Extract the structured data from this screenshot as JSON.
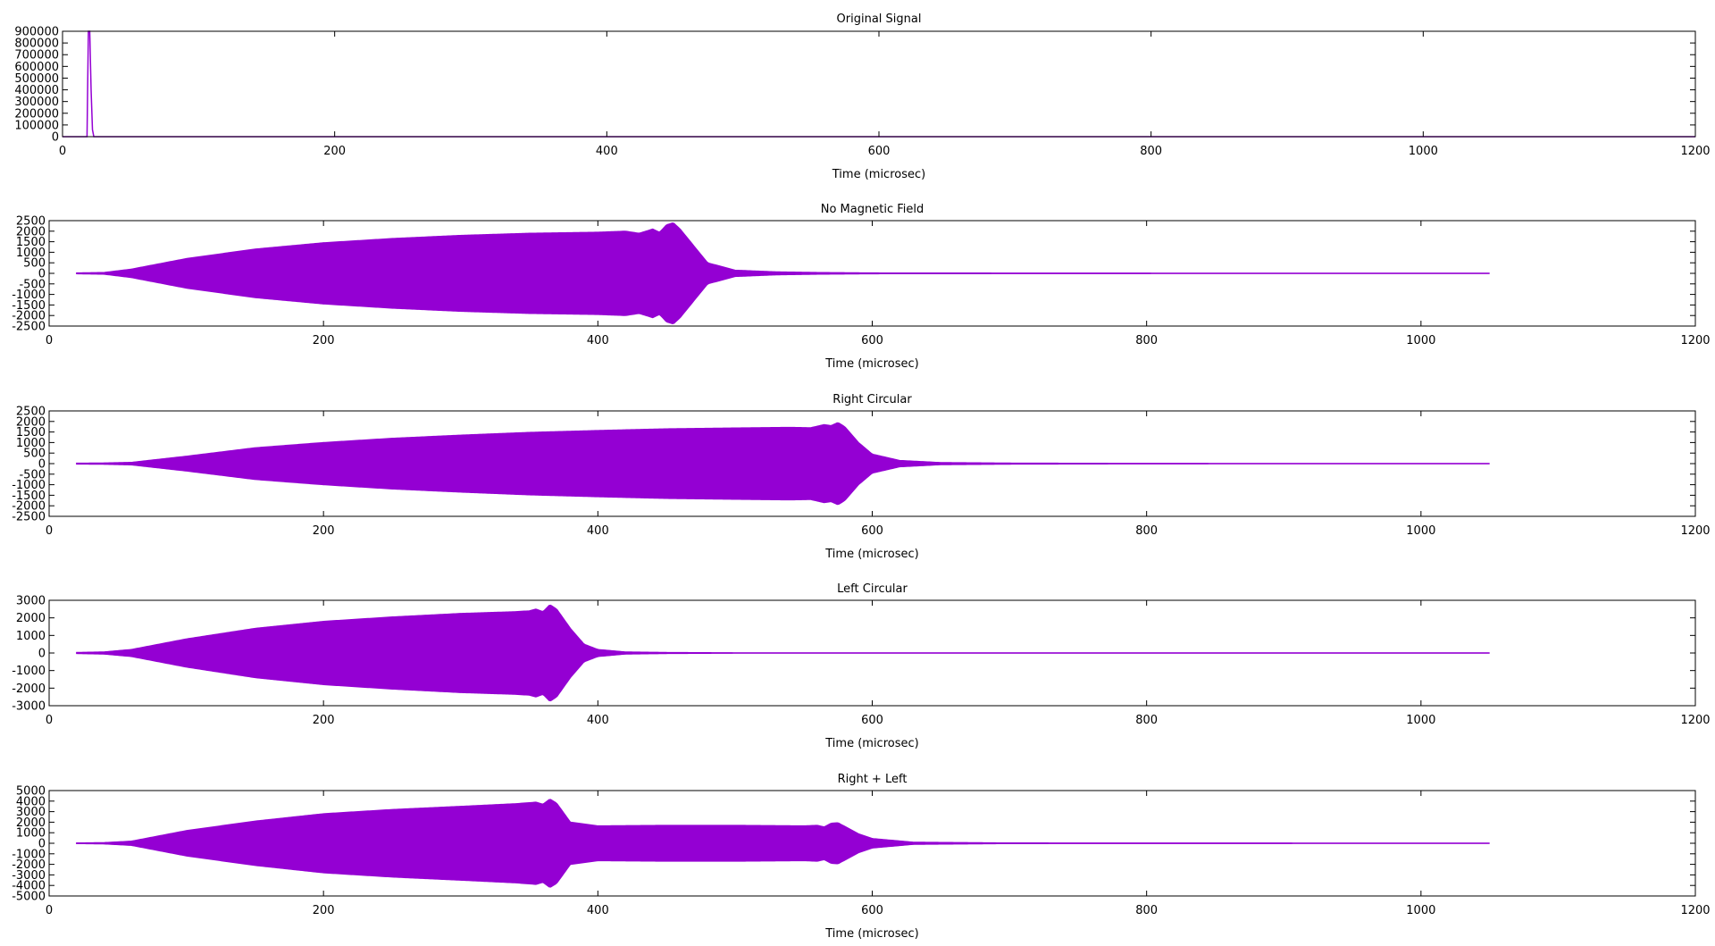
{
  "colors": {
    "trace": "#9400d3",
    "axis": "#000000",
    "background": "#ffffff"
  },
  "chart_data": [
    {
      "type": "line",
      "title": "Original Signal",
      "xlabel": "Time (microsec)",
      "ylabel": "",
      "xlim": [
        0,
        1200
      ],
      "ylim": [
        0,
        900000
      ],
      "xticks": [
        0,
        200,
        400,
        600,
        800,
        1000,
        1200
      ],
      "yticks": [
        0,
        100000,
        200000,
        300000,
        400000,
        500000,
        600000,
        700000,
        800000,
        900000
      ],
      "grid": false,
      "signal": {
        "kind": "pulse",
        "x": [
          0,
          18,
          19,
          20,
          21,
          22,
          23,
          1200
        ],
        "y": [
          0,
          0,
          900000,
          900000,
          400000,
          60000,
          0,
          0
        ]
      }
    },
    {
      "type": "area",
      "title": "No Magnetic Field",
      "xlabel": "Time (microsec)",
      "ylabel": "",
      "xlim": [
        0,
        1200
      ],
      "ylim": [
        -2500,
        2500
      ],
      "xticks": [
        0,
        200,
        400,
        600,
        800,
        1000,
        1200
      ],
      "yticks": [
        -2500,
        -2000,
        -1500,
        -1000,
        -500,
        0,
        500,
        1000,
        1500,
        2000,
        2500
      ],
      "grid": false,
      "signal": {
        "kind": "envelope",
        "x": [
          20,
          40,
          60,
          100,
          150,
          200,
          250,
          300,
          350,
          400,
          420,
          430,
          440,
          445,
          450,
          455,
          460,
          470,
          480,
          500,
          530,
          560,
          600,
          750,
          1050
        ],
        "amplitude": [
          20,
          40,
          200,
          700,
          1150,
          1450,
          1650,
          1800,
          1900,
          1950,
          2000,
          1900,
          2100,
          1950,
          2300,
          2400,
          2100,
          1300,
          500,
          150,
          70,
          40,
          20,
          10,
          5
        ]
      }
    },
    {
      "type": "area",
      "title": "Right Circular",
      "xlabel": "Time (microsec)",
      "ylabel": "",
      "xlim": [
        0,
        1200
      ],
      "ylim": [
        -2500,
        2500
      ],
      "xticks": [
        0,
        200,
        400,
        600,
        800,
        1000,
        1200
      ],
      "yticks": [
        -2500,
        -2000,
        -1500,
        -1000,
        -500,
        0,
        500,
        1000,
        1500,
        2000,
        2500
      ],
      "grid": false,
      "signal": {
        "kind": "envelope",
        "x": [
          20,
          40,
          60,
          100,
          150,
          200,
          250,
          300,
          350,
          400,
          450,
          500,
          540,
          555,
          565,
          570,
          575,
          580,
          590,
          600,
          620,
          650,
          700,
          800,
          1050
        ],
        "amplitude": [
          20,
          30,
          60,
          350,
          750,
          1000,
          1200,
          1350,
          1480,
          1570,
          1650,
          1690,
          1720,
          1700,
          1850,
          1800,
          1950,
          1750,
          1000,
          450,
          150,
          50,
          25,
          10,
          5
        ]
      }
    },
    {
      "type": "area",
      "title": "Left Circular",
      "xlabel": "Time (microsec)",
      "ylabel": "",
      "xlim": [
        0,
        1200
      ],
      "ylim": [
        -3000,
        3000
      ],
      "xticks": [
        0,
        200,
        400,
        600,
        800,
        1000,
        1200
      ],
      "yticks": [
        -3000,
        -2000,
        -1000,
        0,
        1000,
        2000,
        3000
      ],
      "grid": false,
      "signal": {
        "kind": "envelope",
        "x": [
          20,
          40,
          60,
          100,
          150,
          200,
          250,
          300,
          340,
          350,
          355,
          360,
          365,
          370,
          380,
          390,
          400,
          420,
          450,
          500,
          1050
        ],
        "amplitude": [
          30,
          60,
          200,
          800,
          1400,
          1800,
          2050,
          2250,
          2350,
          2400,
          2500,
          2350,
          2750,
          2500,
          1400,
          500,
          200,
          60,
          30,
          10,
          5
        ]
      }
    },
    {
      "type": "area",
      "title": "Right + Left",
      "xlabel": "Time (microsec)",
      "ylabel": "",
      "xlim": [
        0,
        1200
      ],
      "ylim": [
        -5000,
        5000
      ],
      "xticks": [
        0,
        200,
        400,
        600,
        800,
        1000,
        1200
      ],
      "yticks": [
        -5000,
        -4000,
        -3000,
        -2000,
        -1000,
        0,
        1000,
        2000,
        3000,
        4000,
        5000
      ],
      "grid": false,
      "signal": {
        "kind": "envelope",
        "x": [
          20,
          40,
          60,
          100,
          150,
          200,
          250,
          300,
          340,
          355,
          360,
          365,
          370,
          380,
          400,
          450,
          500,
          550,
          560,
          565,
          570,
          575,
          580,
          590,
          600,
          630,
          700,
          1050
        ],
        "amplitude": [
          30,
          60,
          200,
          1200,
          2100,
          2800,
          3200,
          3500,
          3750,
          3900,
          3700,
          4200,
          3800,
          2000,
          1650,
          1700,
          1700,
          1650,
          1700,
          1550,
          1900,
          1950,
          1600,
          900,
          450,
          100,
          30,
          10
        ]
      }
    }
  ]
}
